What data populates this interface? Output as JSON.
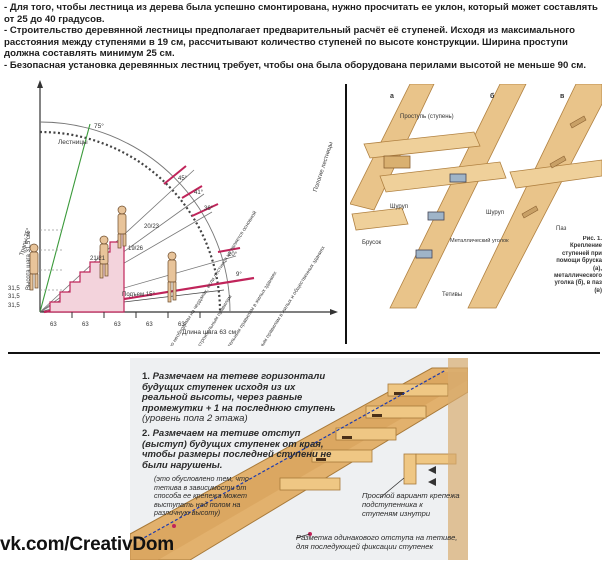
{
  "intro": [
    "- Для того, чтобы лестница из дерева была успешно смонтирована, нужно просчитать ее уклон, который может составлять от 25 до 40 градусов.",
    "- Строительство деревянной лестницы предполагает предварительный расчёт её ступеней. Исходя из максимального расстояния между ступенями в 19 см, рассчитывают количество ступеней по высоте конструкции. Ширина проступи должна составлять минимум 25 см.",
    "- Безопасная установка деревянных лестниц требует, чтобы она была оборудована перилами высотой не меньше 90 см."
  ],
  "fig_a": {
    "ylabel": "Высота шага 31,5 см",
    "xlabel": "Длина шага 63 см",
    "left_ticks": [
      "31,5",
      "31,5",
      "31,5"
    ],
    "bottom_ticks": [
      "63",
      "63",
      "63",
      "63",
      "63"
    ],
    "labels": {
      "ladders": "Лестницы",
      "ramps": "Трапы 75°",
      "deg75": "75°",
      "deg45": "45°",
      "deg41": "41°",
      "deg36": "36°",
      "deg20": "20°",
      "deg9": "9°",
      "deg15": "Подъем 15°",
      "gentle": "Пологие лестницы",
      "r2121": "21/21",
      "r1926": "19/26",
      "r2023": "20/23"
    },
    "zones": [
      "Менее удобны для подъема, но необходимы на чердаках, если лестница не является основной",
      "Лестницы, необходимые согласно строительным правилам",
      "Лестницы, необходимые согласно строительным правилам в жилых зданиях",
      "Лестницы, необходимые согласно строительным правилам в жилых и общественных зданиях"
    ]
  },
  "fig_b": {
    "letters": [
      "а",
      "б",
      "в"
    ],
    "labels": {
      "tread": "Проступь (ступень)",
      "screw1": "Шуруп",
      "screw2": "Шуруп",
      "bar": "Брусок",
      "corner": "Металлический уголок",
      "groove": "Паз",
      "stringers": "Тетивы"
    },
    "caption": "Рис. 1. Крепление ступеней при помощи бруска (а), металлического уголка (б), в паз (в)"
  },
  "fig_c": {
    "steps": [
      {
        "num": "1.",
        "text": "Размечаем на тетеве горизонтали будущих ступенек исходя из их реальной высоты, через равные промежутки + 1 на последнюю ступень",
        "sub": "(уровень пола 2 этажа)"
      },
      {
        "num": "2.",
        "text": "Размечаем на тетиве отступ (выступ) будущих ступенек от края, чтобы размеры последней ступени не были нарушены."
      }
    ],
    "note": "это обусловлено тем, что тетива в зависимости от способа ее крепежа может выступать над полом на различную высоту)",
    "note_open": "(",
    "simple_variant": "Простой вариант крепежа подступенника к ступеням изнутри",
    "marking": "Разметка одинакового отступа на тетиве, для последующей фиксации ступенек"
  },
  "brand": "vk.com/CreativDom",
  "colors": {
    "wood": "#e9c48a",
    "wood_dark": "#c99a56",
    "arrow": "#c0245a",
    "green": "#3a9a3a",
    "blue": "#1c3bb0"
  }
}
